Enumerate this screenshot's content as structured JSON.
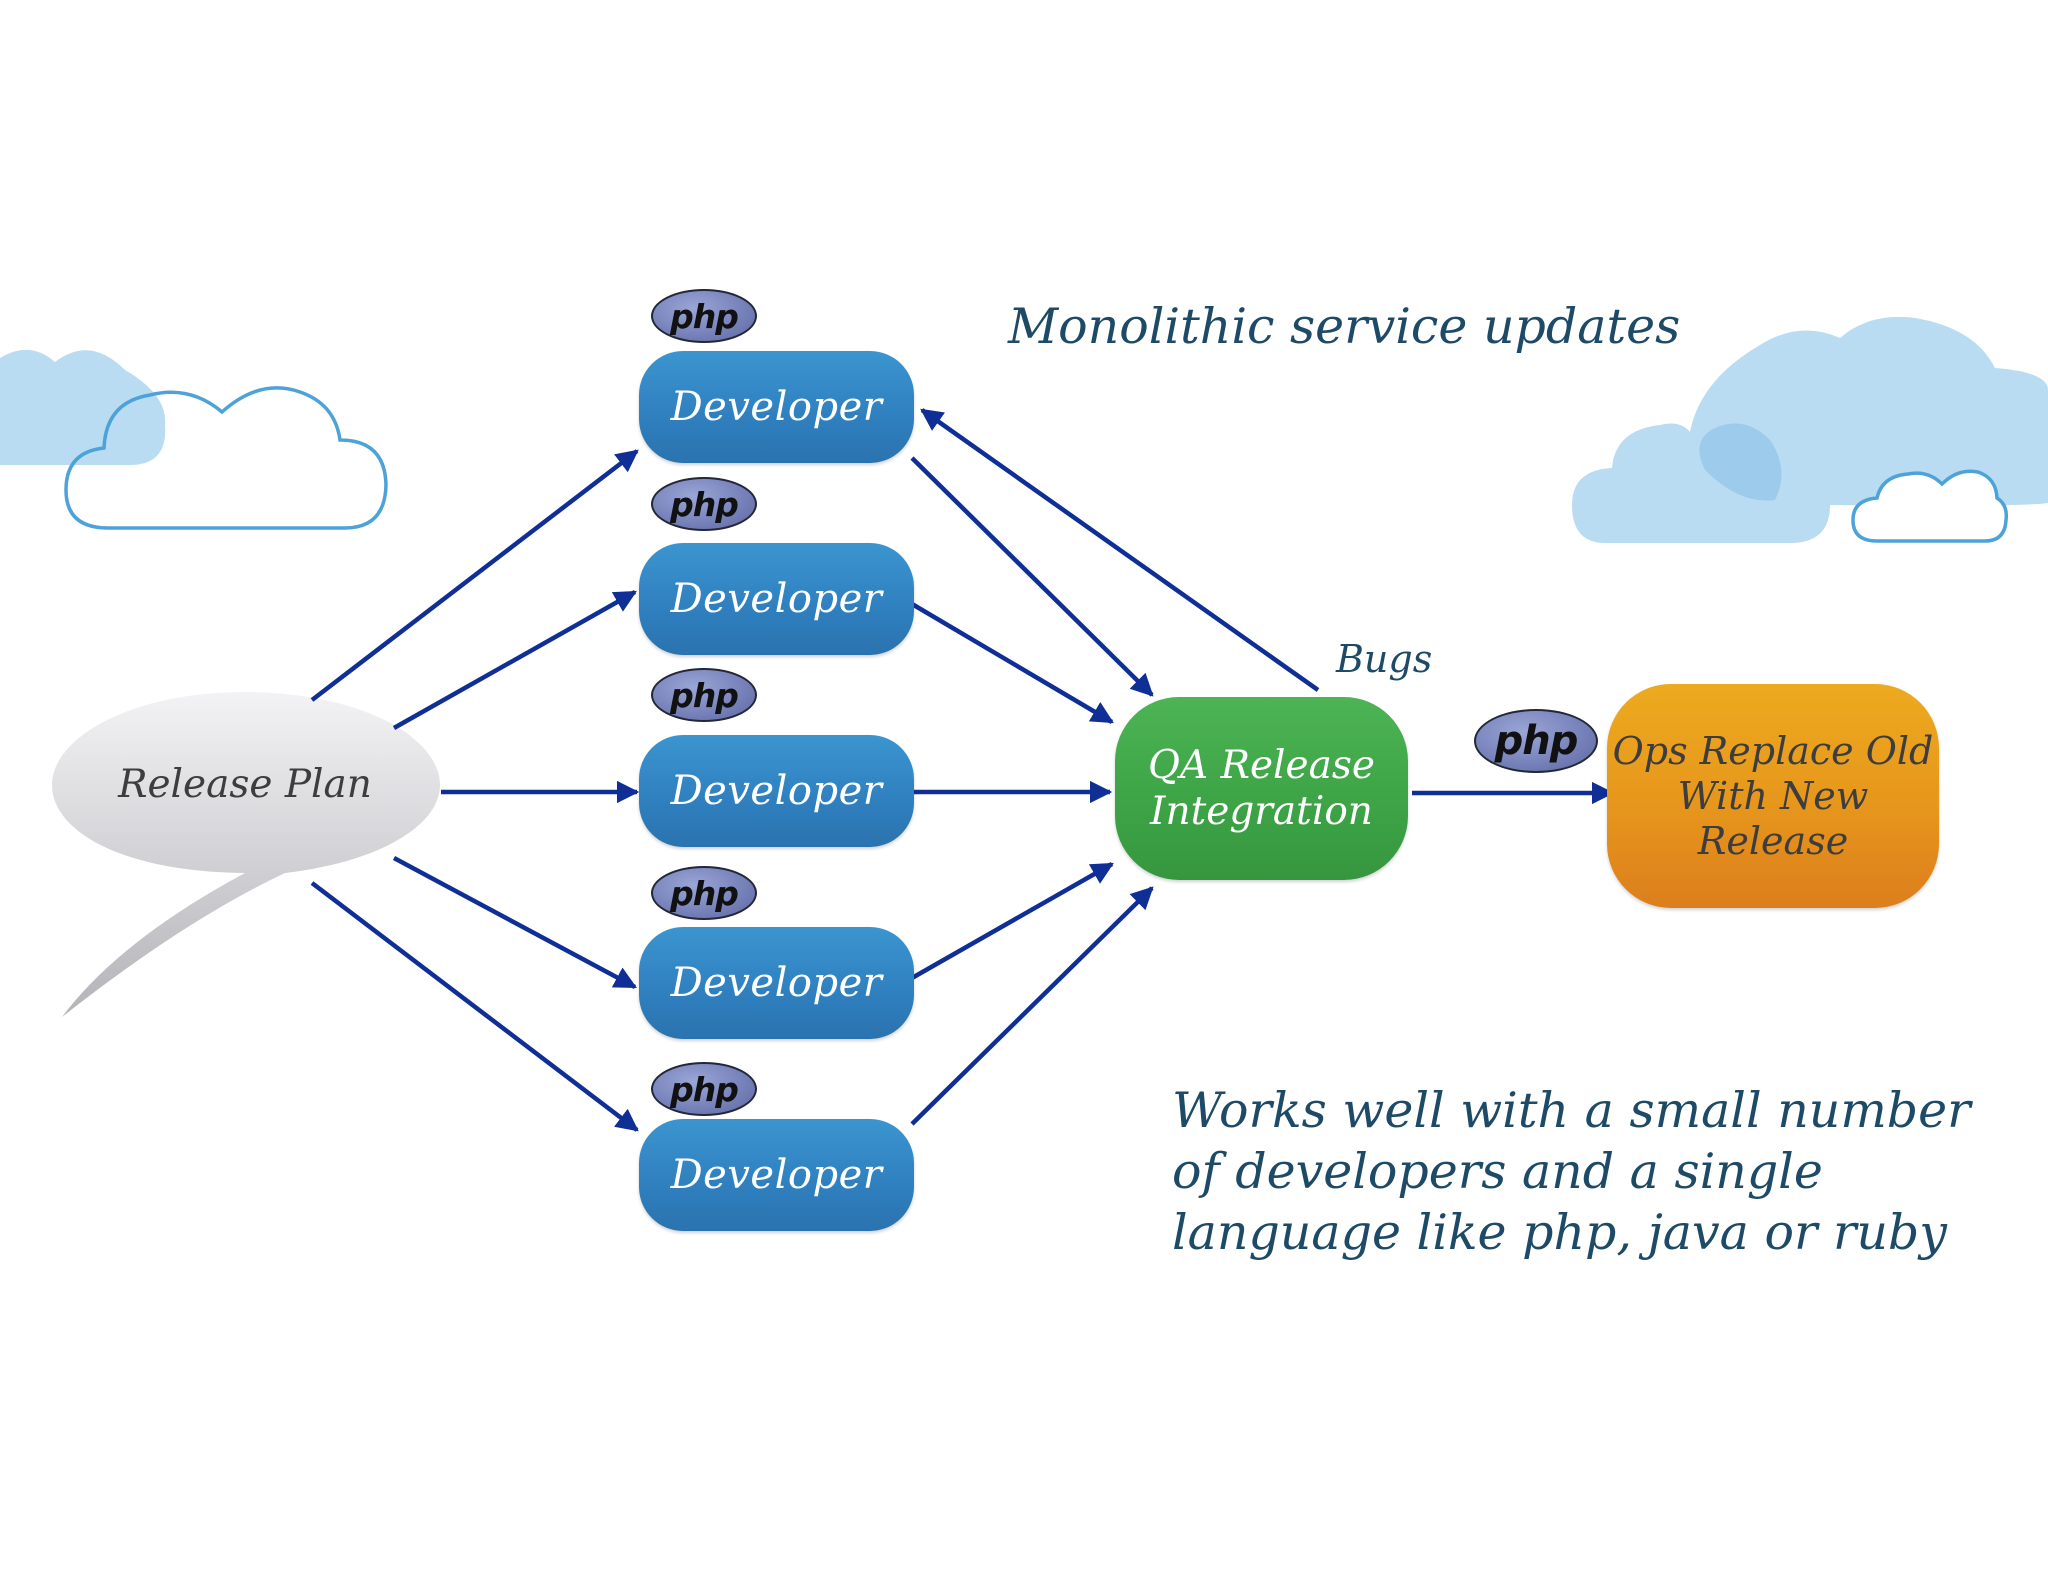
{
  "title": "Monolithic service updates",
  "release_plan": "Release Plan",
  "developer_label": "Developer",
  "php_label": "php",
  "qa": {
    "line1": "QA Release",
    "line2": "Integration"
  },
  "ops": {
    "line1": "Ops Replace Old",
    "line2": "With New",
    "line3": "Release"
  },
  "bugs_label": "Bugs",
  "note": {
    "line1": "Works well with a small number",
    "line2": "of developers and a single",
    "line3": "language like php, java or ruby"
  },
  "colors": {
    "developer": "#2f7fbf",
    "qa": "#3ea547",
    "ops": "#e6961c",
    "arrow": "#0f2e96",
    "text": "#1d4a66",
    "cloud_fill": "#b9dcf2",
    "cloud_outline": "#4da3d8"
  }
}
